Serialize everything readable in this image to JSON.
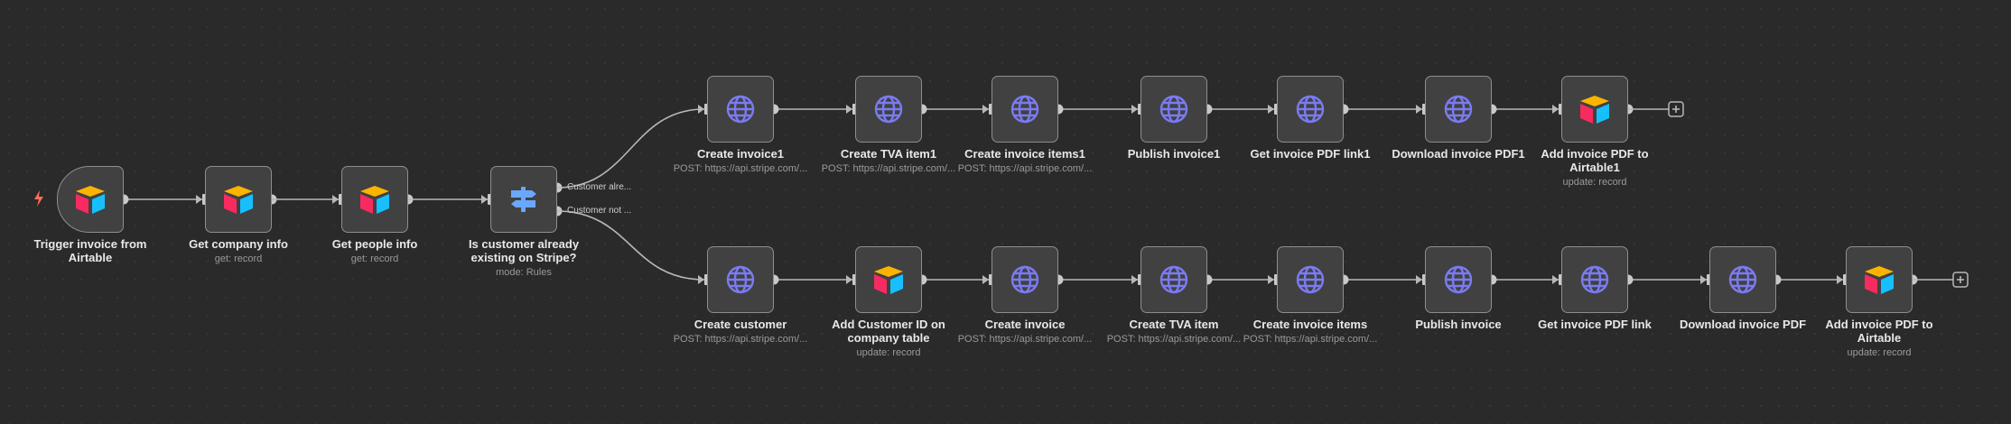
{
  "workflow": {
    "colors": {
      "background": "#2a2a2a",
      "node": "#414141",
      "border": "#8e8e8e",
      "wire": "#b8b8b8",
      "globe": "#7b7bf2"
    },
    "trigger": {
      "name": "Trigger invoice from Airtable",
      "icon": "airtable-icon"
    },
    "main": [
      {
        "name": "Get company info",
        "sub": "get: record",
        "icon": "airtable-icon"
      },
      {
        "name": "Get people info",
        "sub": "get: record",
        "icon": "airtable-icon"
      },
      {
        "name": "Is customer already existing on Stripe?",
        "sub": "mode: Rules",
        "icon": "switch-icon"
      }
    ],
    "switch_outputs": [
      "Customer alre...",
      "Customer not ..."
    ],
    "top_branch": [
      {
        "name": "Create invoice1",
        "sub": "POST: https://api.stripe.com/...",
        "icon": "globe-icon"
      },
      {
        "name": "Create TVA item1",
        "sub": "POST: https://api.stripe.com/...",
        "icon": "globe-icon"
      },
      {
        "name": "Create invoice items1",
        "sub": "POST: https://api.stripe.com/...",
        "icon": "globe-icon"
      },
      {
        "name": "Publish invoice1",
        "sub": "",
        "icon": "globe-icon"
      },
      {
        "name": "Get invoice PDF link1",
        "sub": "",
        "icon": "globe-icon"
      },
      {
        "name": "Download invoice PDF1",
        "sub": "",
        "icon": "globe-icon"
      },
      {
        "name": "Add invoice PDF to Airtable1",
        "sub": "update: record",
        "icon": "airtable-icon"
      }
    ],
    "bottom_branch": [
      {
        "name": "Create customer",
        "sub": "POST: https://api.stripe.com/...",
        "icon": "globe-icon"
      },
      {
        "name": "Add Customer ID on company table",
        "sub": "update: record",
        "icon": "airtable-icon"
      },
      {
        "name": "Create invoice",
        "sub": "POST: https://api.stripe.com/...",
        "icon": "globe-icon"
      },
      {
        "name": "Create TVA item",
        "sub": "POST: https://api.stripe.com/...",
        "icon": "globe-icon"
      },
      {
        "name": "Create invoice items",
        "sub": "POST: https://api.stripe.com/...",
        "icon": "globe-icon"
      },
      {
        "name": "Publish invoice",
        "sub": "",
        "icon": "globe-icon"
      },
      {
        "name": "Get invoice PDF link",
        "sub": "",
        "icon": "globe-icon"
      },
      {
        "name": "Download invoice PDF",
        "sub": "",
        "icon": "globe-icon"
      },
      {
        "name": "Add invoice PDF to Airtable",
        "sub": "update: record",
        "icon": "airtable-icon"
      }
    ]
  }
}
